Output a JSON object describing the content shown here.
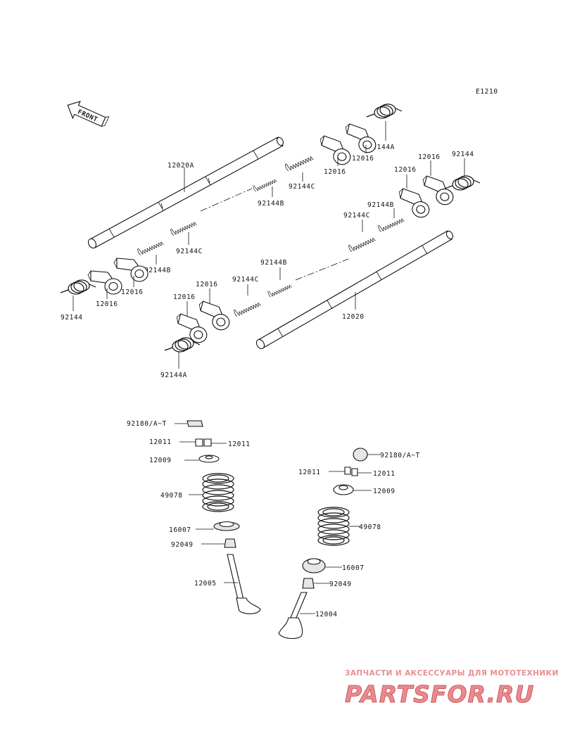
{
  "diagram_code": "E1210",
  "front_label": "FRONT",
  "labels": {
    "shaft_a": "12020A",
    "shaft": "12020",
    "arm": "12016",
    "spring_92144": "92144",
    "spring_a": "92144A",
    "spring_b": "92144B",
    "spring_c": "92144C",
    "shim": "92180/A~T",
    "keeper": "12011",
    "retainer": "12009",
    "valve_spring": "49078",
    "spring_seat": "16007",
    "seal": "92049",
    "valve_intake": "12005",
    "valve_exhaust": "12004"
  },
  "watermark": {
    "tagline": "ЗАПЧАСТИ И АКСЕССУАРЫ ДЛЯ МОТОТЕХНИКИ",
    "logo": "PARTSFOR.RU"
  }
}
